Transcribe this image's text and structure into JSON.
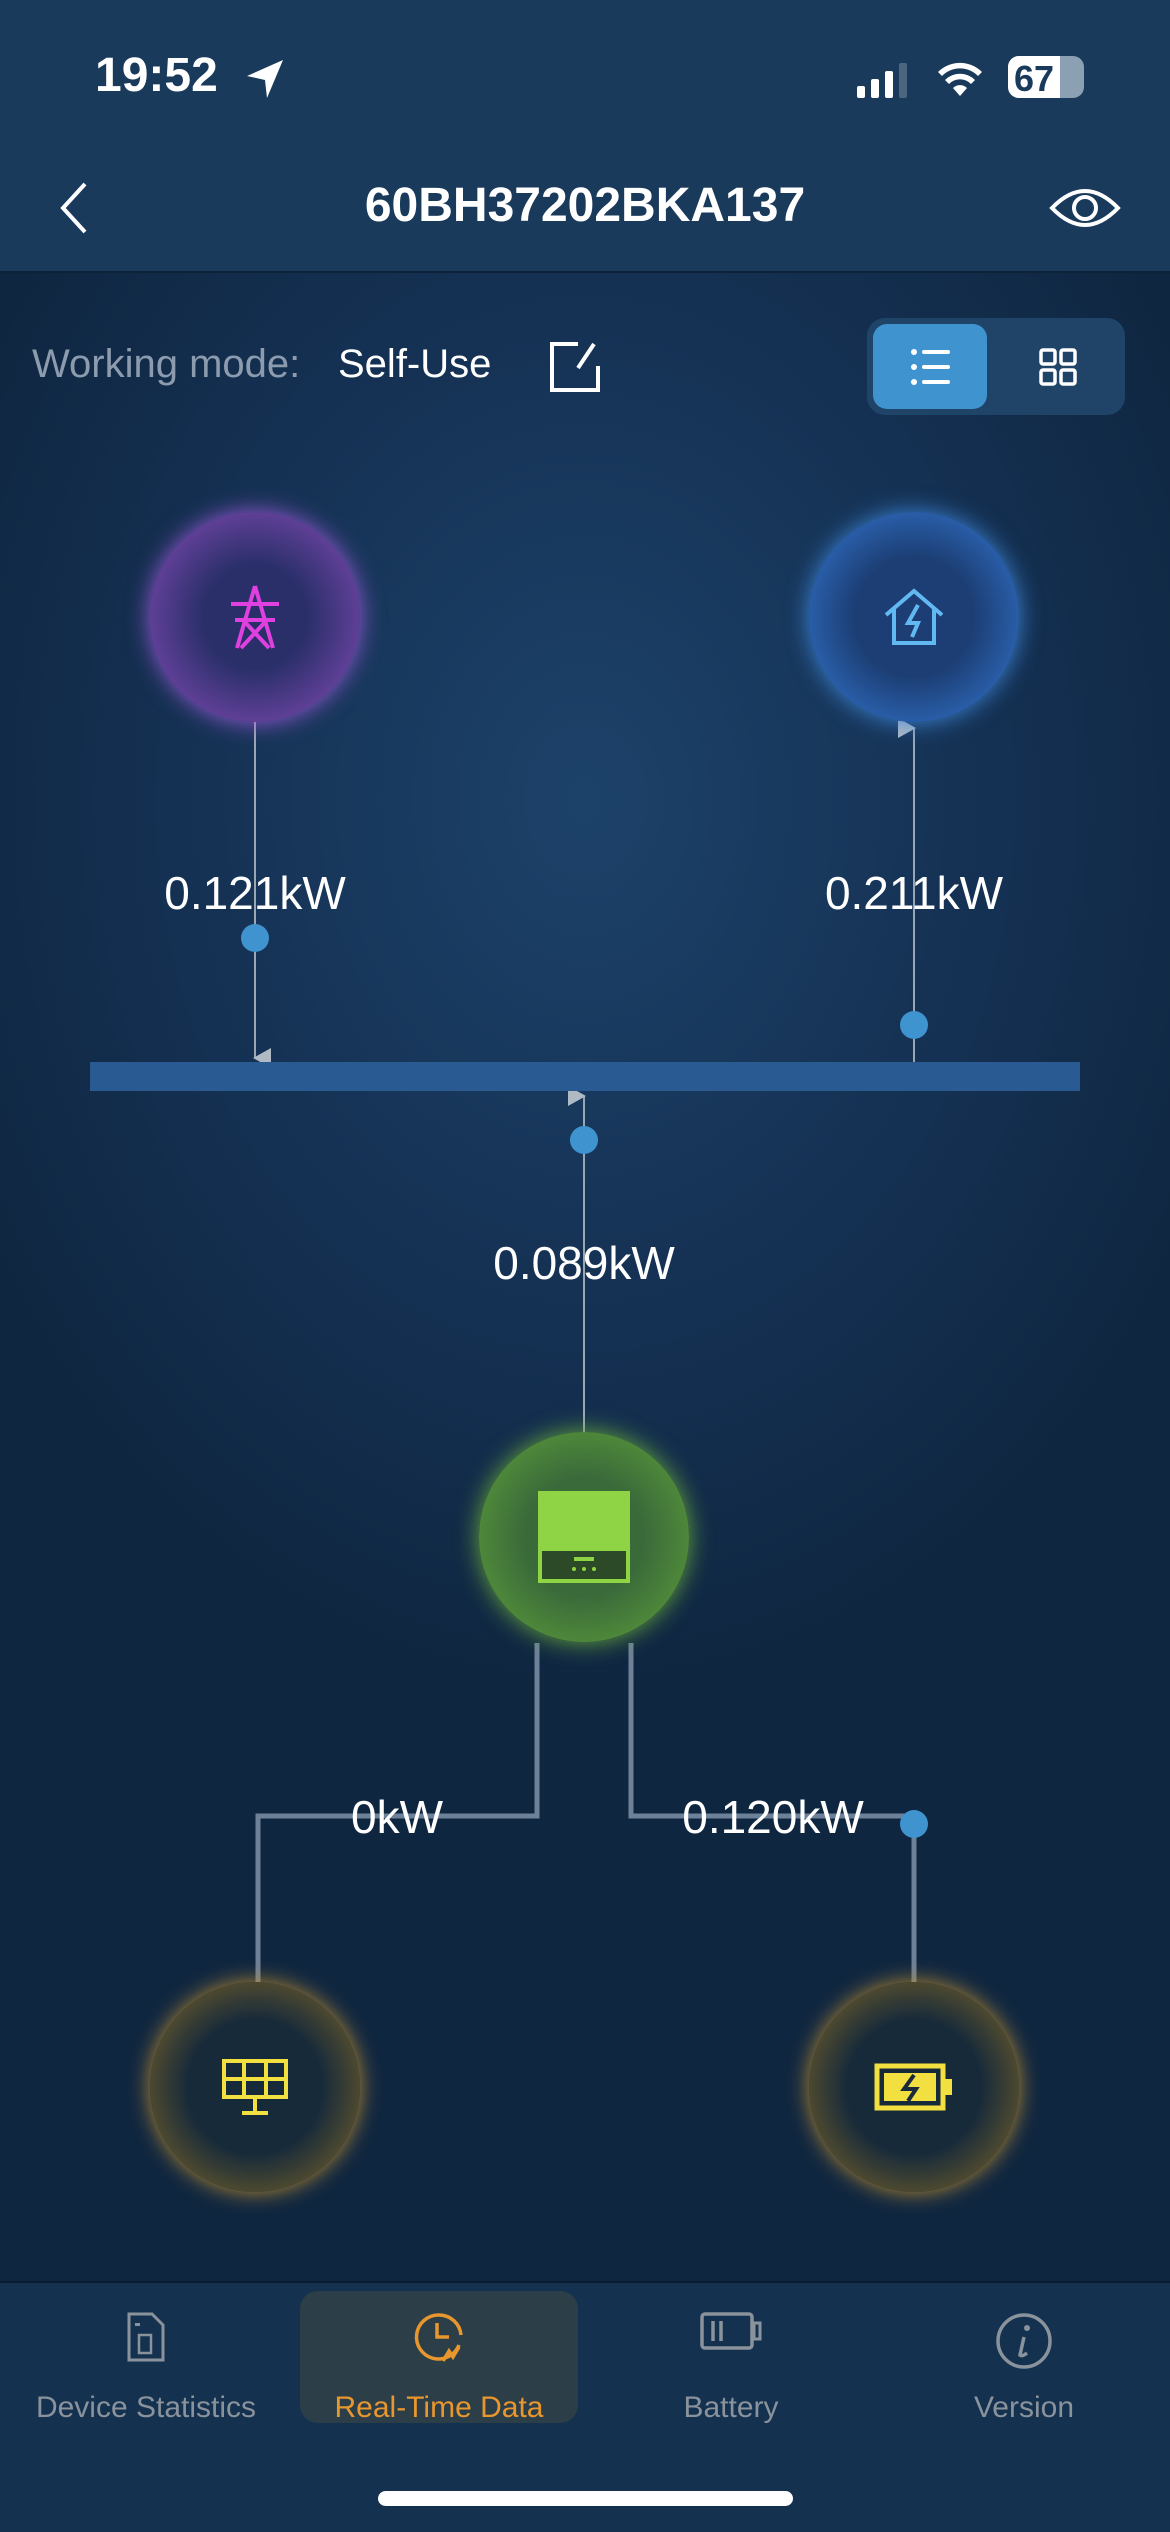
{
  "status_bar": {
    "time": "19:52",
    "battery": "67"
  },
  "header": {
    "title": "60BH37202BKA137"
  },
  "working_mode": {
    "label": "Working mode:",
    "value": "Self-Use"
  },
  "flow": {
    "grid_power": "0.121kW",
    "home_power": "0.211kW",
    "inverter_power": "0.089kW",
    "solar_power": "0kW",
    "battery_power": "0.120kW"
  },
  "colors": {
    "grid": "#b05ce0",
    "home": "#3d86d8",
    "inverter": "#8fd444",
    "solar": "#e0a93a",
    "battery": "#e0a93a",
    "accent": "#e8962e",
    "dot": "#3f93cf"
  },
  "tabs": [
    {
      "label": "Device Statistics"
    },
    {
      "label": "Real-Time Data"
    },
    {
      "label": "Battery"
    },
    {
      "label": "Version"
    }
  ]
}
